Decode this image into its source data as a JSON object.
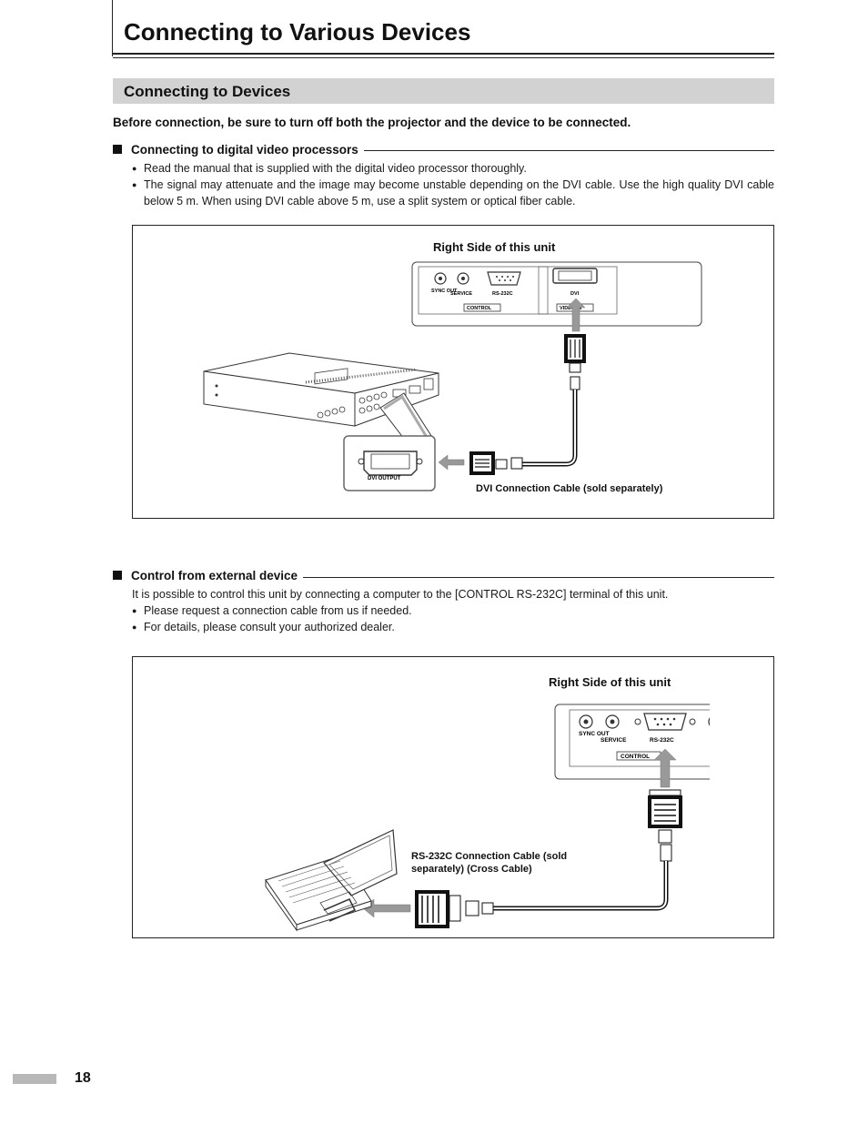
{
  "page": {
    "title": "Connecting to Various Devices",
    "page_number": "18"
  },
  "section": {
    "heading": "Connecting to Devices",
    "warning": "Before connection, be sure to turn off both the projector and the device to be connected."
  },
  "dvi": {
    "heading": "Connecting to digital video processors",
    "bullets": [
      "Read the manual that is supplied with the digital video processor thoroughly.",
      "The signal may attenuate and the image may become unstable depending on the DVI cable. Use the high quality DVI cable below 5 m. When using DVI cable above 5 m, use a split system or optical fiber cable."
    ],
    "figure": {
      "panel_label": "Right Side of this unit",
      "port_labels": {
        "sync_out": "SYNC OUT",
        "service": "SERVICE",
        "rs232c": "RS-232C",
        "dvi": "DVI",
        "control": "CONTROL",
        "video_in": "VIDEO IN"
      },
      "dvi_output_label": "DVI OUTPUT",
      "cable_caption": "DVI Connection Cable (sold separately)"
    }
  },
  "control": {
    "heading": "Control from external device",
    "intro": "It is possible to control this unit by connecting a computer to the [CONTROL RS-232C] terminal of this unit.",
    "bullets": [
      "Please request a connection cable from us if needed.",
      "For details, please consult your authorized dealer."
    ],
    "figure": {
      "panel_label": "Right Side of this unit",
      "port_labels": {
        "sync_out": "SYNC OUT",
        "service": "SERVICE",
        "rs232c": "RS-232C",
        "control": "CONTROL"
      },
      "cable_caption": "RS-232C Connection Cable (sold separately) (Cross Cable)"
    }
  }
}
